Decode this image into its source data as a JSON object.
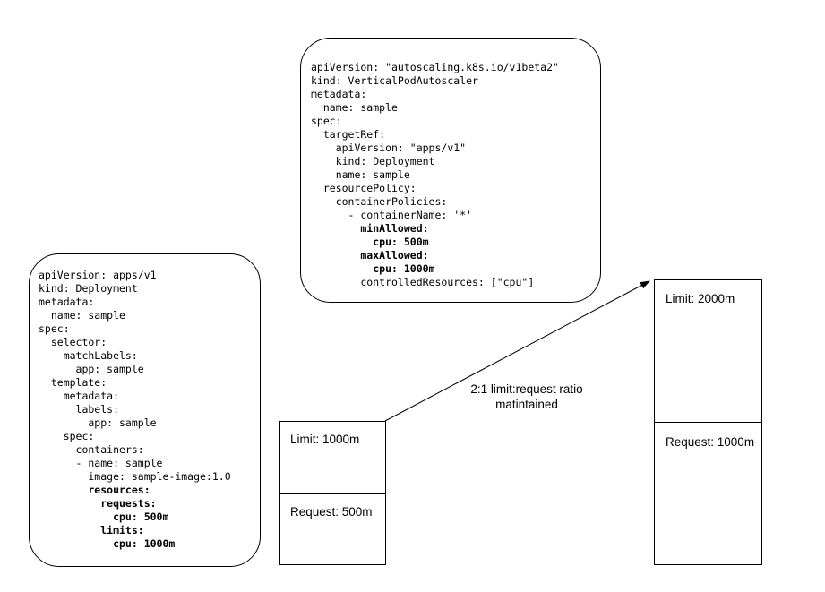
{
  "colors": {
    "background": "#ffffff",
    "line": "#000000",
    "text": "#000000"
  },
  "vpa_yaml": {
    "lines": [
      {
        "text": "apiVersion: \"autoscaling.k8s.io/v1beta2\"",
        "bold": false
      },
      {
        "text": "kind: VerticalPodAutoscaler",
        "bold": false
      },
      {
        "text": "metadata:",
        "bold": false
      },
      {
        "text": "  name: sample",
        "bold": false
      },
      {
        "text": "spec:",
        "bold": false
      },
      {
        "text": "  targetRef:",
        "bold": false
      },
      {
        "text": "    apiVersion: \"apps/v1\"",
        "bold": false
      },
      {
        "text": "    kind: Deployment",
        "bold": false
      },
      {
        "text": "    name: sample",
        "bold": false
      },
      {
        "text": "  resourcePolicy:",
        "bold": false
      },
      {
        "text": "    containerPolicies:",
        "bold": false
      },
      {
        "text": "      - containerName: '*'",
        "bold": false
      },
      {
        "text": "        minAllowed:",
        "bold": true
      },
      {
        "text": "          cpu: 500m",
        "bold": true
      },
      {
        "text": "        maxAllowed:",
        "bold": true
      },
      {
        "text": "          cpu: 1000m",
        "bold": true
      },
      {
        "text": "        controlledResources: [\"cpu\"]",
        "bold": false
      }
    ]
  },
  "deployment_yaml": {
    "lines": [
      {
        "text": "apiVersion: apps/v1",
        "bold": false
      },
      {
        "text": "kind: Deployment",
        "bold": false
      },
      {
        "text": "metadata:",
        "bold": false
      },
      {
        "text": "  name: sample",
        "bold": false
      },
      {
        "text": "spec:",
        "bold": false
      },
      {
        "text": "  selector:",
        "bold": false
      },
      {
        "text": "    matchLabels:",
        "bold": false
      },
      {
        "text": "      app: sample",
        "bold": false
      },
      {
        "text": "  template:",
        "bold": false
      },
      {
        "text": "    metadata:",
        "bold": false
      },
      {
        "text": "      labels:",
        "bold": false
      },
      {
        "text": "        app: sample",
        "bold": false
      },
      {
        "text": "    spec:",
        "bold": false
      },
      {
        "text": "      containers:",
        "bold": false
      },
      {
        "text": "      - name: sample",
        "bold": false
      },
      {
        "text": "        image: sample-image:1.0",
        "bold": false
      },
      {
        "text": "        resources:",
        "bold": true
      },
      {
        "text": "          requests:",
        "bold": true
      },
      {
        "text": "            cpu: 500m",
        "bold": true
      },
      {
        "text": "          limits:",
        "bold": true
      },
      {
        "text": "            cpu: 1000m",
        "bold": true
      }
    ]
  },
  "pod_before": {
    "limit": "Limit: 1000m",
    "request": "Request: 500m"
  },
  "pod_after": {
    "limit": "Limit: 2000m",
    "request": "Request: 1000m"
  },
  "arrow_label": {
    "line1": "2:1 limit:request ratio",
    "line2": "matintained"
  }
}
